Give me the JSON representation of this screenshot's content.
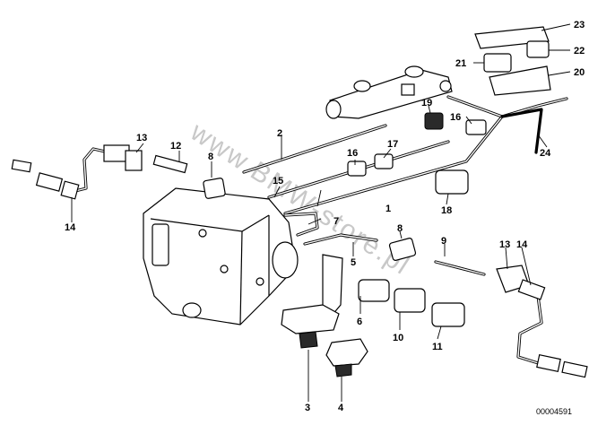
{
  "diagram": {
    "reference_number": "00004591",
    "watermark": "www.BMW-store.pl",
    "part_labels": [
      "1",
      "2",
      "3",
      "4",
      "5",
      "6",
      "7",
      "8",
      "8",
      "9",
      "10",
      "11",
      "12",
      "13",
      "13",
      "14",
      "14",
      "15",
      "16",
      "16",
      "17",
      "18",
      "19",
      "20",
      "21",
      "22",
      "23",
      "24"
    ]
  }
}
